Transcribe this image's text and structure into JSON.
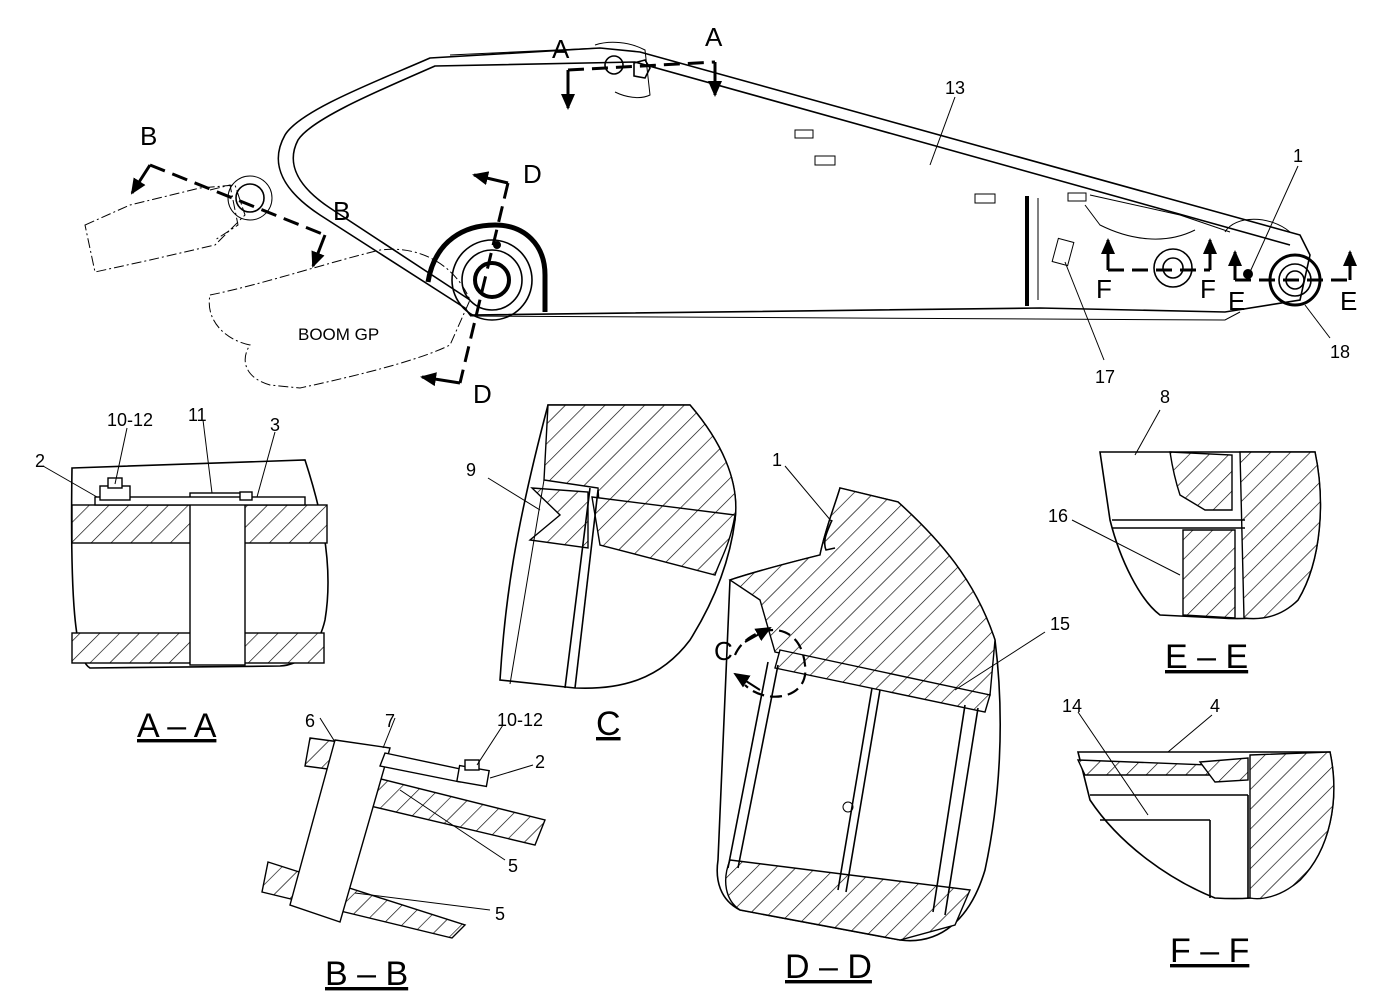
{
  "main_view": {
    "part_label": "BOOM GP",
    "callouts": {
      "c1": "1",
      "c13": "13",
      "c17": "17",
      "c18": "18"
    },
    "section_markers": {
      "a": "A",
      "b": "B",
      "d": "D",
      "e": "E",
      "f": "F"
    }
  },
  "details": {
    "aa": {
      "title": "A – A",
      "labels": [
        "2",
        "10-12",
        "11",
        "3"
      ]
    },
    "bb": {
      "title": "B – B",
      "labels": [
        "6",
        "7",
        "10-12",
        "2",
        "5",
        "5"
      ]
    },
    "c": {
      "title": "C",
      "labels": [
        "9"
      ]
    },
    "dd": {
      "title": "D – D",
      "labels": [
        "1",
        "15"
      ],
      "detail_ref": "C"
    },
    "ee": {
      "title": "E – E",
      "labels": [
        "8",
        "16"
      ]
    },
    "ff": {
      "title": "F – F",
      "labels": [
        "14",
        "4"
      ]
    }
  }
}
